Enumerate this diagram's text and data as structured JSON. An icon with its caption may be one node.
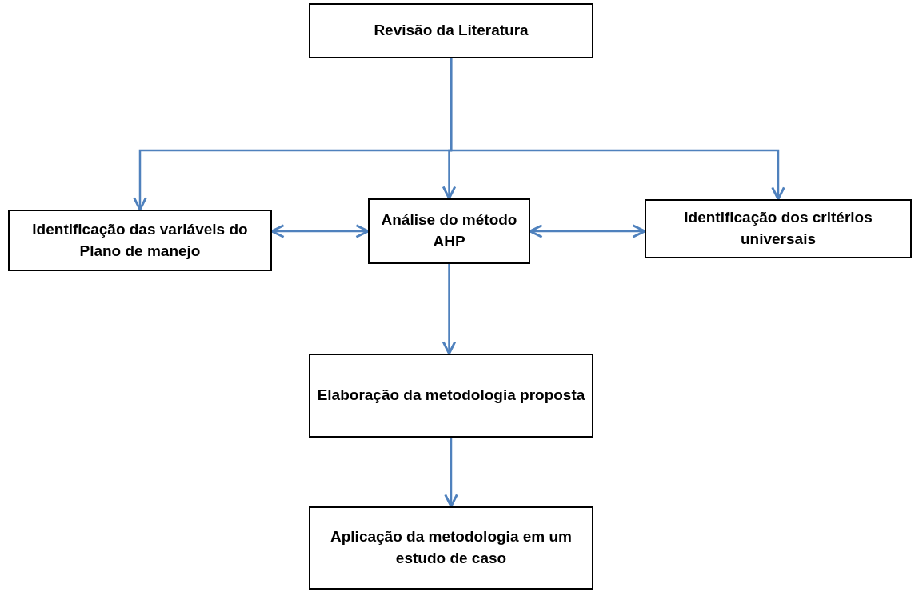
{
  "diagram": {
    "nodes": [
      {
        "text": [
          "Revisão da Literatura"
        ]
      },
      {
        "text": [
          "Identificação das variáveis do Plano de manejo"
        ]
      },
      {
        "text": [
          "Análise do método AHP"
        ]
      },
      {
        "text": [
          "Identificação dos critérios universais"
        ]
      },
      {
        "text": [
          "Elaboração da metodologia proposta"
        ]
      },
      {
        "text": [
          "Aplicação da metodologia em um estudo de caso"
        ]
      }
    ],
    "edges": [
      {
        "from": 0,
        "to": 1,
        "arrow": "to"
      },
      {
        "from": 0,
        "to": 2,
        "arrow": "to"
      },
      {
        "from": 0,
        "to": 3,
        "arrow": "to"
      },
      {
        "from": 2,
        "to": 1,
        "arrow": "both"
      },
      {
        "from": 2,
        "to": 3,
        "arrow": "both"
      },
      {
        "from": 2,
        "to": 4,
        "arrow": "to"
      },
      {
        "from": 4,
        "to": 5,
        "arrow": "to"
      }
    ]
  }
}
